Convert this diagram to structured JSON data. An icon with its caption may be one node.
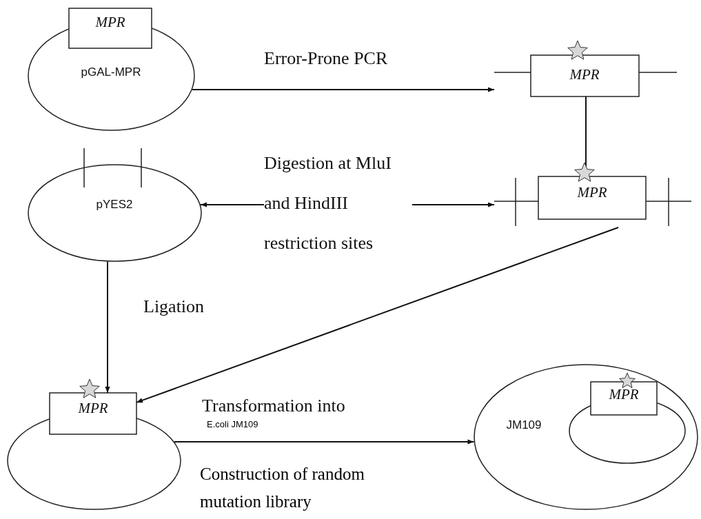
{
  "diagram": {
    "nodes": [
      {
        "text": [
          "MPR",
          "pGAL-MPR"
        ]
      },
      {
        "text": [
          "MPR"
        ]
      },
      {
        "text": [
          "pYES2"
        ]
      },
      {
        "text": [
          "MPR"
        ]
      },
      {
        "text": [
          "MPR"
        ]
      },
      {
        "text": [
          "JM109"
        ]
      },
      {
        "text": [
          "MPR"
        ],
        "in": 5
      },
      {
        "text": [
          "Digestion at MluI and HindIII restriction sites"
        ]
      }
    ],
    "edges": [
      {
        "from": 0,
        "to": 1,
        "arrow": "to",
        "label": "Error-Prone PCR"
      },
      {
        "from": 1,
        "to": 3,
        "arrow": "to"
      },
      {
        "from": 7,
        "to": 2,
        "arrow": "to"
      },
      {
        "from": 7,
        "to": 3,
        "arrow": "to"
      },
      {
        "from": 2,
        "to": 4,
        "arrow": "to",
        "label": "Ligation"
      },
      {
        "from": 3,
        "to": 4,
        "arrow": "to"
      },
      {
        "from": 4,
        "to": 5,
        "arrow": "to",
        "label": "Transformation into"
      }
    ],
    "labels": [
      "E.coli JM109",
      "Construction of random mutation library"
    ]
  }
}
